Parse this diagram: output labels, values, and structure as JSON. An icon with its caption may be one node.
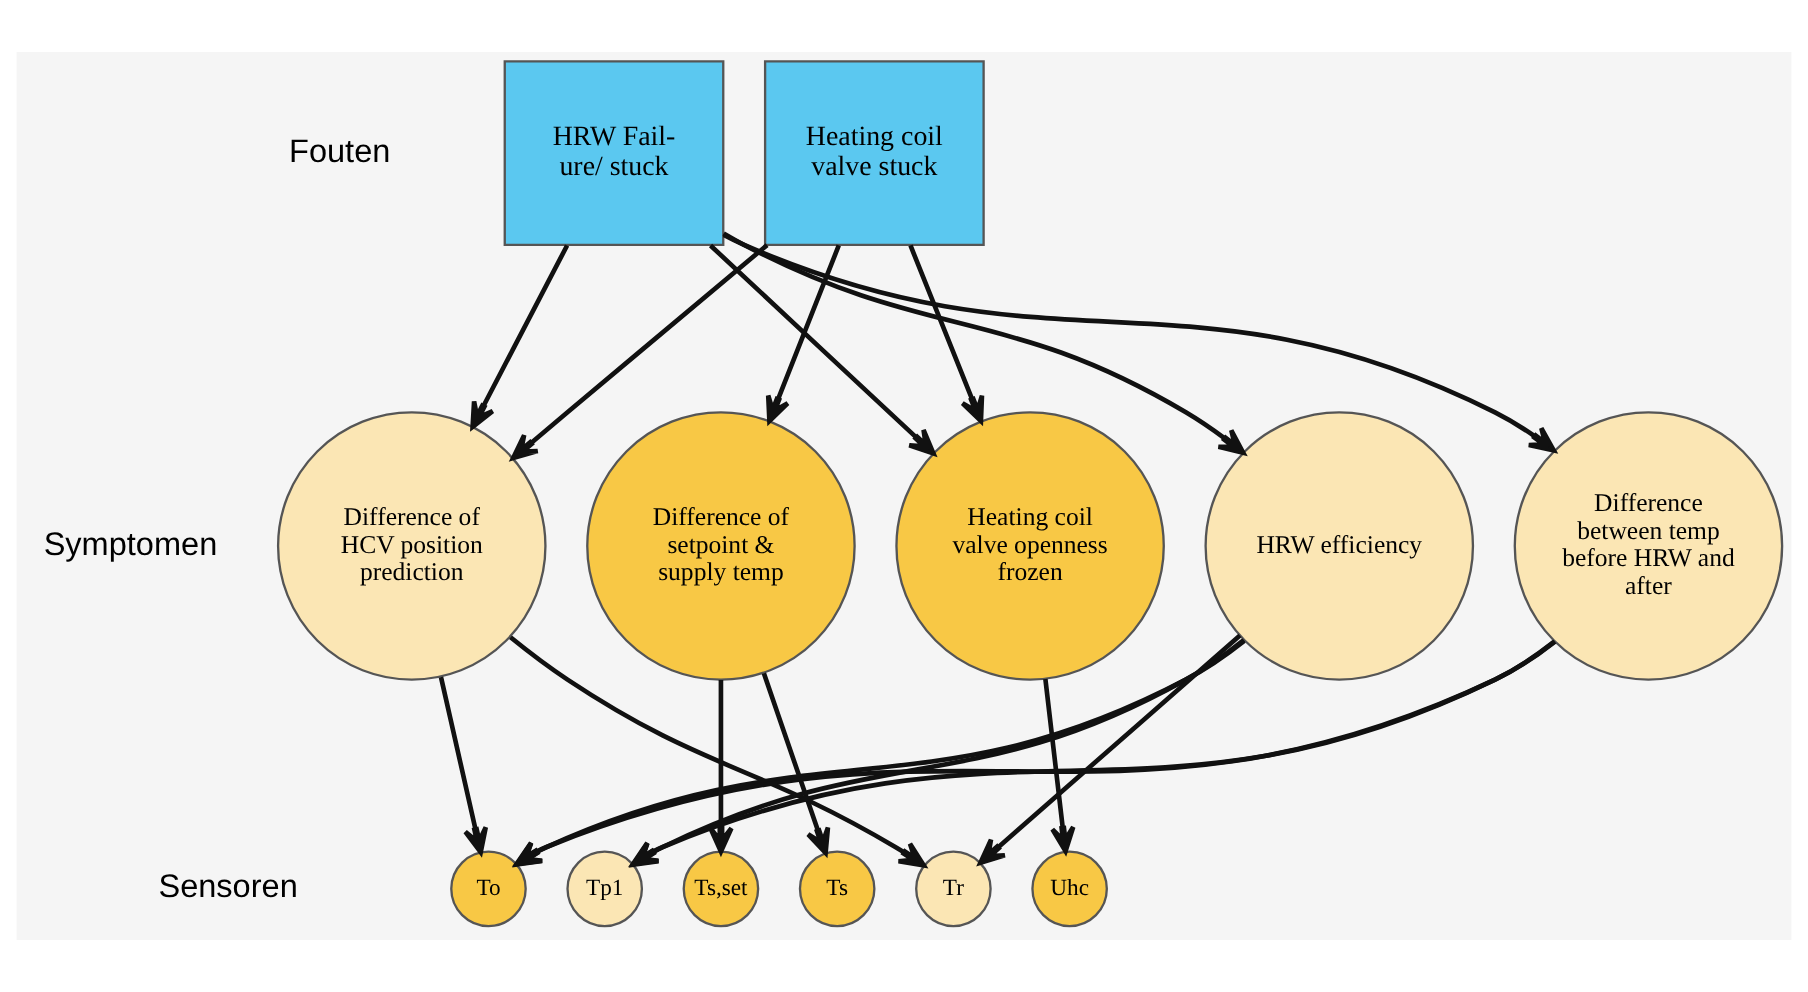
{
  "diagram": {
    "nodes": [
      {
        "text": [
          "HRW Fail- ure/ stuck"
        ]
      },
      {
        "text": [
          "Heating coil valve stuck"
        ]
      },
      {
        "text": [
          "Difference of HCV position prediction"
        ]
      },
      {
        "text": [
          "Difference of setpoint & supply temp"
        ]
      },
      {
        "text": [
          "Heating coil valve openness frozen"
        ]
      },
      {
        "text": [
          "HRW efficiency"
        ]
      },
      {
        "text": [
          "Difference between temp before HRW and after"
        ]
      },
      {
        "text": [
          "To"
        ]
      },
      {
        "text": [
          "Tp1"
        ]
      },
      {
        "text": [
          "Ts,set"
        ]
      },
      {
        "text": [
          "Ts"
        ]
      },
      {
        "text": [
          "Tr"
        ]
      },
      {
        "text": [
          "Uhc"
        ]
      }
    ],
    "edges": [
      {
        "from": 0,
        "to": 2,
        "arrow": "to"
      },
      {
        "from": 0,
        "to": 4,
        "arrow": "to"
      },
      {
        "from": 0,
        "to": 5,
        "arrow": "to"
      },
      {
        "from": 0,
        "to": 6,
        "arrow": "to"
      },
      {
        "from": 1,
        "to": 2,
        "arrow": "to"
      },
      {
        "from": 1,
        "to": 3,
        "arrow": "to"
      },
      {
        "from": 1,
        "to": 4,
        "arrow": "to"
      },
      {
        "from": 2,
        "to": 7,
        "arrow": "to"
      },
      {
        "from": 2,
        "to": 11,
        "arrow": "to"
      },
      {
        "from": 3,
        "to": 9,
        "arrow": "to"
      },
      {
        "from": 3,
        "to": 10,
        "arrow": "to"
      },
      {
        "from": 4,
        "to": 12,
        "arrow": "to"
      },
      {
        "from": 5,
        "to": 8,
        "arrow": "to"
      },
      {
        "from": 5,
        "to": 7,
        "arrow": "to"
      },
      {
        "from": 5,
        "to": 11,
        "arrow": "to"
      },
      {
        "from": 6,
        "to": 7,
        "arrow": "to"
      },
      {
        "from": 6,
        "to": 8,
        "arrow": "to"
      }
    ],
    "labels": [
      "Fouten",
      "Symptomen",
      "Sensoren"
    ]
  }
}
